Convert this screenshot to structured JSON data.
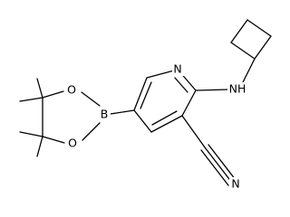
{
  "molecule": {
    "atoms": [
      {
        "id": "N1",
        "label": "N",
        "role": "ring-nitrogen"
      },
      {
        "id": "N2",
        "label": "NH",
        "role": "amine-nitrogen"
      },
      {
        "id": "N3",
        "label": "N",
        "role": "nitrile-nitrogen"
      },
      {
        "id": "B1",
        "label": "B",
        "role": "boron"
      },
      {
        "id": "O1",
        "label": "O",
        "role": "boronate-oxygen-top"
      },
      {
        "id": "O2",
        "label": "O",
        "role": "boronate-oxygen-bottom"
      }
    ],
    "colors": {
      "bond": "#000000",
      "label": "#000000",
      "background": "#ffffff"
    }
  }
}
